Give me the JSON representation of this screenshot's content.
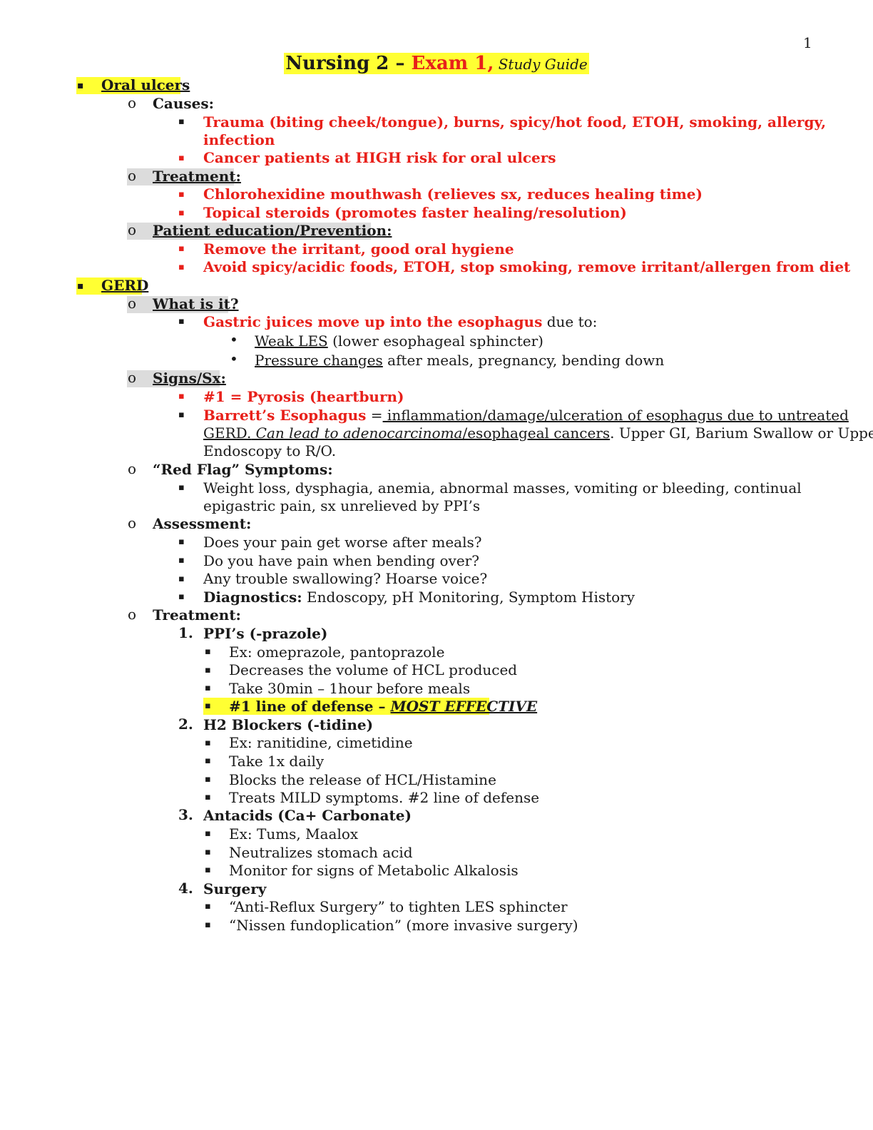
{
  "page_number": "1",
  "title": {
    "part1": "Nursing 2 – ",
    "part2": "Exam 1,",
    "part3": " Study Guide"
  },
  "oral": {
    "heading": "Oral ulcers",
    "causes_label": "Causes:",
    "causes": [
      "Trauma (biting cheek/tongue), burns, spicy/hot food, ETOH, smoking, allergy,",
      "infection",
      "Cancer patients at HIGH risk for oral ulcers"
    ],
    "treatment_label": "Treatment:",
    "treatment": [
      "Chlorohexidine mouthwash (relieves sx, reduces healing time)",
      "Topical steroids (promotes faster healing/resolution)"
    ],
    "education_label": "Patient education/Prevention:",
    "education": [
      "Remove the irritant, good oral hygiene",
      "Avoid spicy/acidic foods, ETOH, stop smoking, remove irritant/allergen from diet"
    ]
  },
  "gerd": {
    "heading": "GERD",
    "what_label": "What is it?",
    "what_red": "Gastric juices move up into the esophagus",
    "what_rest": " due to:",
    "what_dots": [
      {
        "u": "Weak LES",
        "rest": " (lower esophageal sphincter)"
      },
      {
        "u": "Pressure changes",
        "rest": " after meals, pregnancy, bending down"
      }
    ],
    "signs_label": "Signs/Sx:",
    "sign1": "#1 = Pyrosis (heartburn)",
    "barrett_red": "Barrett’s Esophagus",
    "barrett_eq": " =",
    "barrett_u1": " inflammation/damage/ulceration of esophagus due to untreated",
    "barrett_u2": "GERD.",
    "barrett_it": " Can lead to adenocarcinoma",
    "barrett_u3": "/esophageal cancers",
    "barrett_rest": ". Upper GI, Barium Swallow or Upper",
    "barrett_line3": "Endoscopy to R/O.",
    "redflag_label": "“Red Flag” Symptoms:",
    "redflag": [
      "Weight loss, dysphagia, anemia, abnormal masses, vomiting or bleeding, continual",
      "epigastric pain, sx unrelieved by  PPI’s"
    ],
    "assessment_label": "Assessment:",
    "assessment": [
      "Does your pain get worse after meals?",
      "Do you have pain when bending over?",
      "Any trouble swallowing? Hoarse voice?"
    ],
    "diag_label": "Diagnostics:",
    "diag_rest": " Endoscopy, pH Monitoring, Symptom History",
    "treatment_label": "Treatment:",
    "t1": {
      "num": "1.",
      "label": "PPI’s (-prazole)",
      "items": [
        "Ex: omeprazole, pantoprazole",
        "Decreases the volume of HCL produced",
        "Take 30min – 1hour before meals"
      ],
      "best_a": "#1 line of defense – ",
      "best_b": "MOST EFFECTIVE"
    },
    "t2": {
      "num": "2.",
      "label": "H2 Blockers (-tidine)",
      "items": [
        "Ex: ranitidine, cimetidine",
        "Take 1x daily",
        "Blocks the release of HCL/Histamine",
        "Treats MILD symptoms. #2 line of defense"
      ]
    },
    "t3": {
      "num": "3.",
      "label": "Antacids (Ca+ Carbonate)",
      "items": [
        "Ex: Tums, Maalox",
        "Neutralizes stomach acid",
        "Monitor for signs of Metabolic Alkalosis"
      ]
    },
    "t4": {
      "num": "4.",
      "label": "Surgery",
      "items": [
        "“Anti-Reflux Surgery” to tighten LES sphincter",
        "“Nissen fundoplication” (more invasive surgery)"
      ]
    }
  },
  "bullet_square": "▪",
  "bullet_circle": "o",
  "bullet_dot": "•"
}
